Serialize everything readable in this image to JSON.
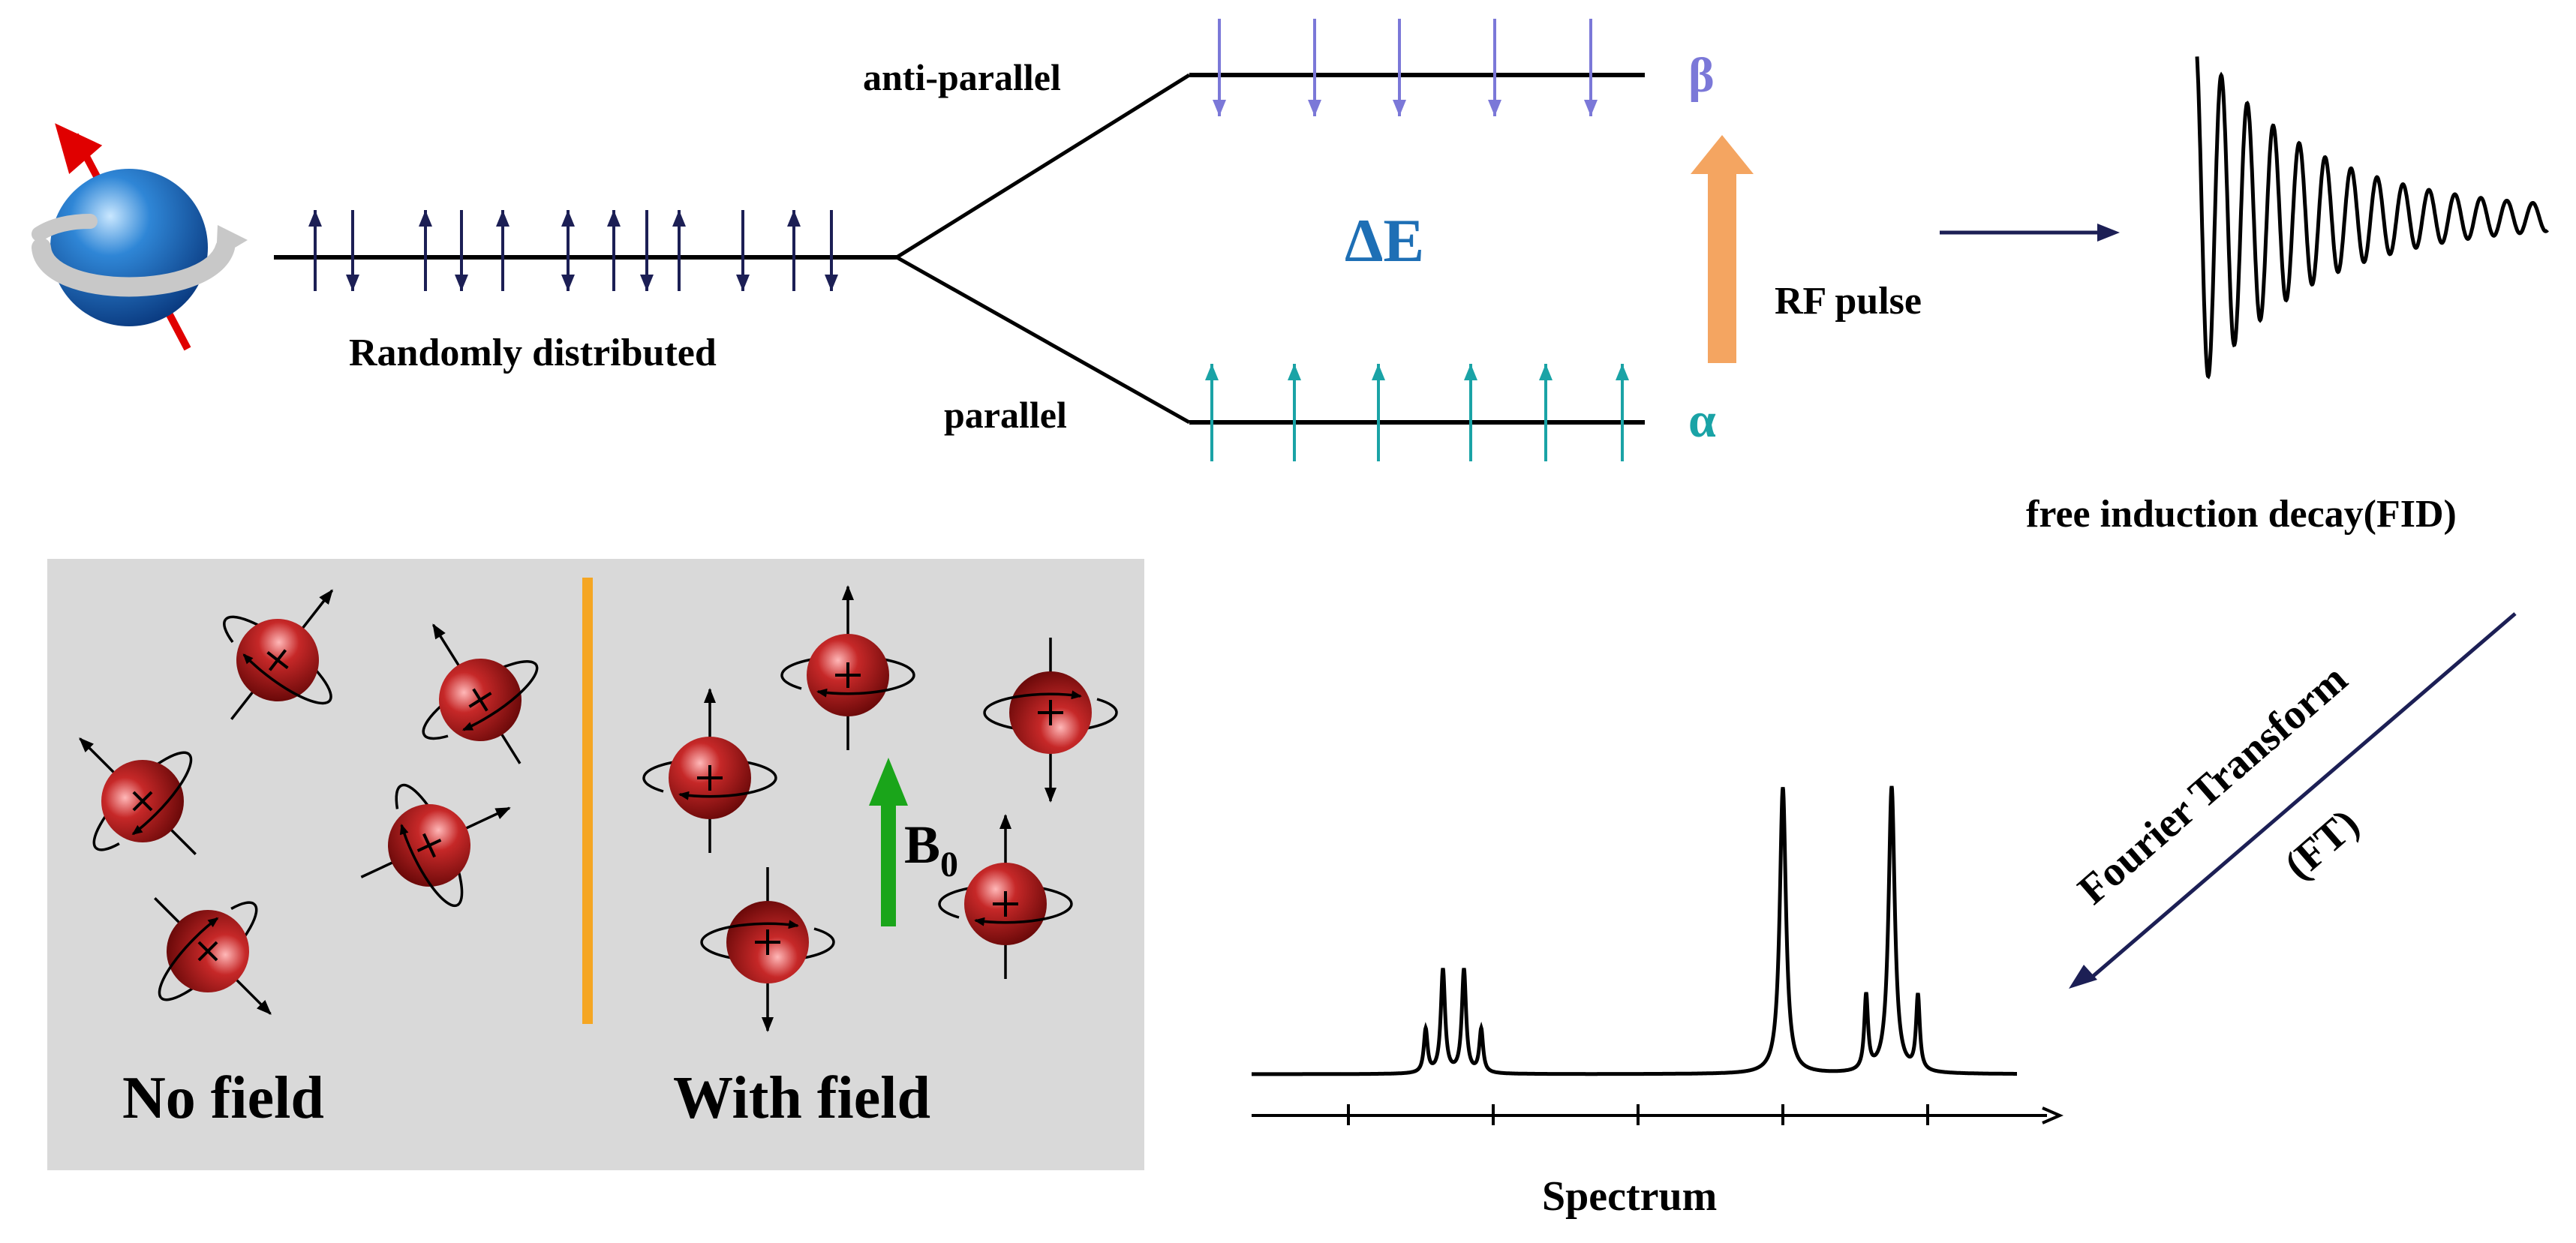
{
  "labels": {
    "randomly_distributed": "Randomly distributed",
    "anti_parallel": "anti-parallel",
    "parallel": "parallel",
    "delta_e": "ΔE",
    "beta": "β",
    "alpha": "α",
    "rf_pulse": "RF pulse",
    "fid": "free induction decay(FID)",
    "fourier_transform": "Fourier Transform",
    "ft": "(FT)",
    "spectrum": "Spectrum",
    "no_field": "No field",
    "with_field": "With field",
    "b0_main": "B",
    "b0_sub": "0"
  },
  "colors": {
    "beta_blue": "#7b78d8",
    "alpha_teal": "#1aa3a6",
    "delta_e_blue": "#1e6fb5",
    "rf_orange": "#f4a561",
    "navy": "#1c1f55",
    "panel_gray": "#d9d9d9",
    "divider_orange": "#f5a623",
    "b0_green": "#1aa51a",
    "nucleus_red": "#a31515",
    "spin_arrow_red": "#e00000"
  },
  "random_spins": [
    "up",
    "down",
    "up",
    "down",
    "up",
    "updown",
    "up",
    "down",
    "up",
    "down",
    "up",
    "down"
  ],
  "beta_spin_count": 5,
  "alpha_spin_count": 6
}
